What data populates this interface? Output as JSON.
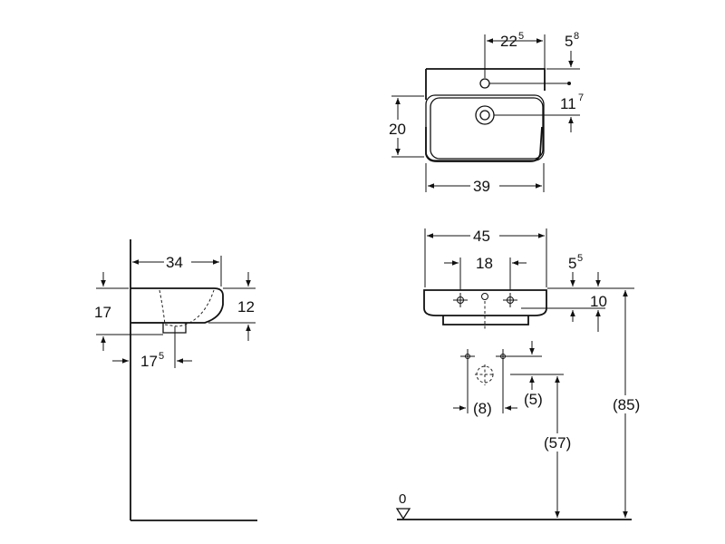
{
  "top_view": {
    "dim_22": "22",
    "dim_22_sup": "5",
    "dim_5_8": "5",
    "dim_5_8_sup": "8",
    "dim_11_7": "11",
    "dim_11_7_sup": "7",
    "dim_20": "20",
    "dim_39": "39"
  },
  "side_view": {
    "dim_34": "34",
    "dim_17": "17",
    "dim_12": "12",
    "dim_17_5": "17",
    "dim_17_5_sup": "5"
  },
  "front_view": {
    "dim_45": "45",
    "dim_18": "18",
    "dim_5_5": "5",
    "dim_5_5_sup": "5",
    "dim_10": "10",
    "dim_85": "(85)",
    "dim_5_paren": "(5)",
    "dim_8_paren": "(8)",
    "dim_57": "(57)",
    "floor_zero": "0"
  }
}
